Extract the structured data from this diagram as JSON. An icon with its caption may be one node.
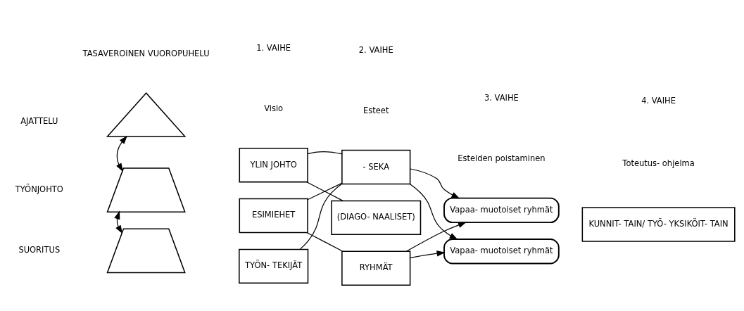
{
  "diagram": {
    "nodes": [
      {
        "text": [],
        "shape": "triangle"
      },
      {
        "text": [],
        "shape": "trapezium"
      },
      {
        "text": [],
        "shape": "trapezium"
      },
      {
        "text": [
          "YLIN JOHTO"
        ]
      },
      {
        "text": [
          "ESIMIEHET"
        ]
      },
      {
        "text": [
          "TYÖN- TEKIJÄT"
        ]
      },
      {
        "text": [
          "- SEKA"
        ]
      },
      {
        "text": [
          "(DIAGO- NAALISET)"
        ]
      },
      {
        "text": [
          "RYHMÄT"
        ]
      },
      {
        "text": [
          "Vapaa- muotoiset ryhmät"
        ]
      },
      {
        "text": [
          "Vapaa- muotoiset ryhmät"
        ]
      },
      {
        "text": [
          "KUNNIT- TAIN/ TYÖ- YKSIKÖIT- TAIN"
        ]
      }
    ],
    "edges": [
      {
        "from": 0,
        "to": 1,
        "arrow": "both"
      },
      {
        "from": 1,
        "to": 2,
        "arrow": "both"
      },
      {
        "from": 3,
        "to": 6,
        "arrow": "none"
      },
      {
        "from": 3,
        "to": 7,
        "arrow": "none"
      },
      {
        "from": 4,
        "to": 6,
        "arrow": "none"
      },
      {
        "from": 4,
        "to": 8,
        "arrow": "none"
      },
      {
        "from": 5,
        "to": 6,
        "arrow": "none"
      },
      {
        "from": 6,
        "to": 9,
        "arrow": "to"
      },
      {
        "from": 6,
        "to": 10,
        "arrow": "to"
      },
      {
        "from": 8,
        "to": 9,
        "arrow": "to"
      },
      {
        "from": 8,
        "to": 10,
        "arrow": "to"
      }
    ],
    "labels": [
      "TASAVEROINEN VUOROPUHELU",
      "1. VAIHE",
      "Visio",
      "2. VAIHE",
      "Esteet",
      "3. VAIHE",
      "Esteiden poistaminen",
      "4. VAIHE",
      "Toteutus- ohjelma",
      "AJATTELU",
      "TYÖNJOHTO",
      "SUORITUS"
    ]
  }
}
